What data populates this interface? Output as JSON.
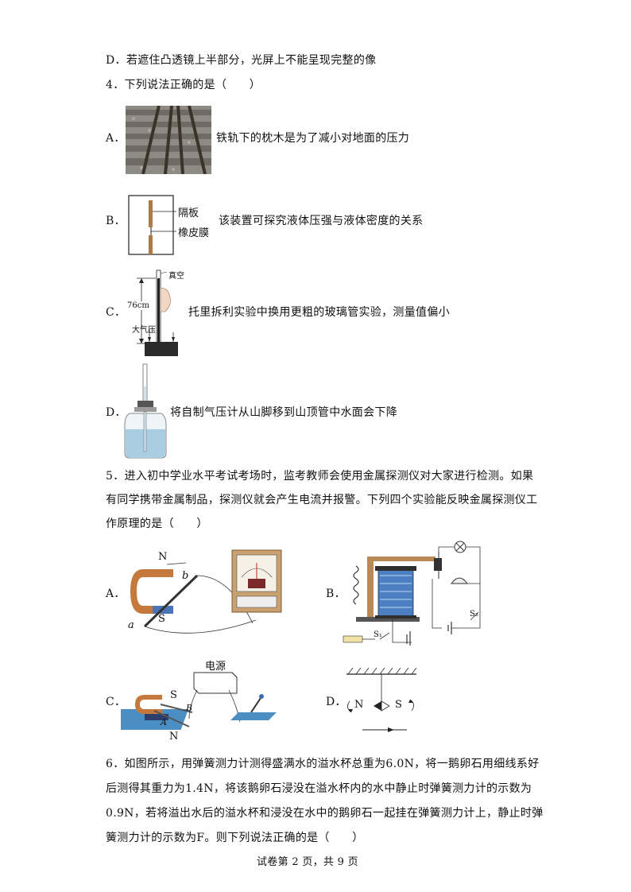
{
  "lines": {
    "q3d": "D．若遮住凸透镜上半部分，光屏上不能呈现完整的像",
    "q4": "4．下列说法正确的是（　　）",
    "q5_1": "5．进入初中学业水平考试考场时，监考教师会使用金属探测仪对大家进行检测。如果",
    "q5_2": "有同学携带金属制品，探测仪就会产生电流并报警。下列四个实验能反映金属探测仪工",
    "q5_3": "作原理的是（　　）",
    "q6_1": "6．如图所示，用弹簧测力计测得盛满水的溢水杯总重为6.0N，将一鹅卵石用细线系好",
    "q6_2": "后测得其重力为1.4N，将该鹅卵石浸没在溢水杯内的水中静止时弹簧测力计的示数为",
    "q6_3": "0.9N，若将溢出水后的溢水杯和浸没在水中的鹅卵石一起挂在弹簧测力计上，静止时弹",
    "q6_4": "簧测力计的示数为F。则下列说法正确的是（　　）"
  },
  "q4": {
    "a_label": "A．",
    "a_text": "铁轨下的枕木是为了减小对地面的压力",
    "b_label": "B．",
    "b_text": "该装置可探究液体压强与液体密度的关系",
    "b_partition": "隔板",
    "b_membrane": "橡皮膜",
    "c_label": "C．",
    "c_text": "托里拆利实验中换用更粗的玻璃管实验，测量值偏小",
    "c_vacuum": "真空",
    "c_height": "76cm",
    "c_atm": "大气压",
    "d_label": "D．",
    "d_text": "将自制气压计从山脚移到山顶管中水面会下降"
  },
  "q5": {
    "a_label": "A．",
    "b_label": "B．",
    "c_label": "C．",
    "d_label": "D．",
    "a_N": "N",
    "a_S": "S",
    "a_a": "a",
    "a_b": "b",
    "b_S1": "S₁",
    "b_S2": "S₂",
    "c_power": "电源",
    "c_S": "S",
    "c_N": "N",
    "c_A": "A",
    "c_B": "B",
    "d_N": "N",
    "d_S": "S"
  },
  "footer": "试卷第 2 页，共 9 页"
}
